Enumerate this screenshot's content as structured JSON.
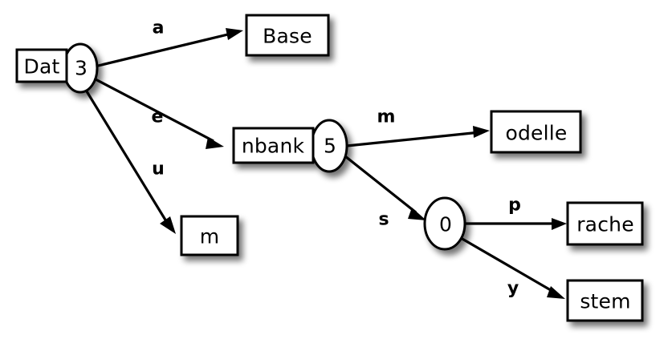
{
  "diagram": {
    "type": "directed-graph",
    "background_color": "#ffffff",
    "stroke_color": "#000000",
    "fill_color": "#ffffff",
    "nodes": [
      {
        "id": "root",
        "kind": "rect-with-ellipse",
        "rect_label": "Dat",
        "ellipse_label": "3"
      },
      {
        "id": "base",
        "kind": "rect",
        "rect_label": "Base"
      },
      {
        "id": "nbank",
        "kind": "rect-with-ellipse",
        "rect_label": "nbank",
        "ellipse_label": "5"
      },
      {
        "id": "m-leaf",
        "kind": "rect",
        "rect_label": "m"
      },
      {
        "id": "odelle",
        "kind": "rect",
        "rect_label": "odelle"
      },
      {
        "id": "zero",
        "kind": "ellipse",
        "ellipse_label": "0"
      },
      {
        "id": "rache",
        "kind": "rect",
        "rect_label": "rache"
      },
      {
        "id": "stem",
        "kind": "rect",
        "rect_label": "stem"
      }
    ],
    "edges": [
      {
        "from": "root",
        "to": "base",
        "label": "a"
      },
      {
        "from": "root",
        "to": "nbank",
        "label": "e"
      },
      {
        "from": "root",
        "to": "m-leaf",
        "label": "u"
      },
      {
        "from": "nbank",
        "to": "odelle",
        "label": "m"
      },
      {
        "from": "nbank",
        "to": "zero",
        "label": "s"
      },
      {
        "from": "zero",
        "to": "rache",
        "label": "p"
      },
      {
        "from": "zero",
        "to": "stem",
        "label": "y"
      }
    ]
  }
}
